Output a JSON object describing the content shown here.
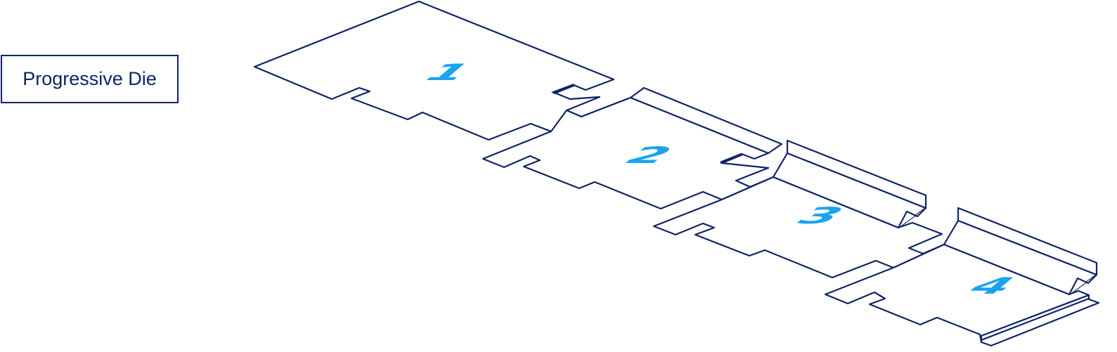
{
  "title": "Progressive Die",
  "colors": {
    "outline": "#0f2466",
    "stage_number": "#1aa3ee",
    "background": "#ffffff"
  },
  "stages": [
    {
      "number": "1"
    },
    {
      "number": "2"
    },
    {
      "number": "3"
    },
    {
      "number": "4"
    }
  ]
}
